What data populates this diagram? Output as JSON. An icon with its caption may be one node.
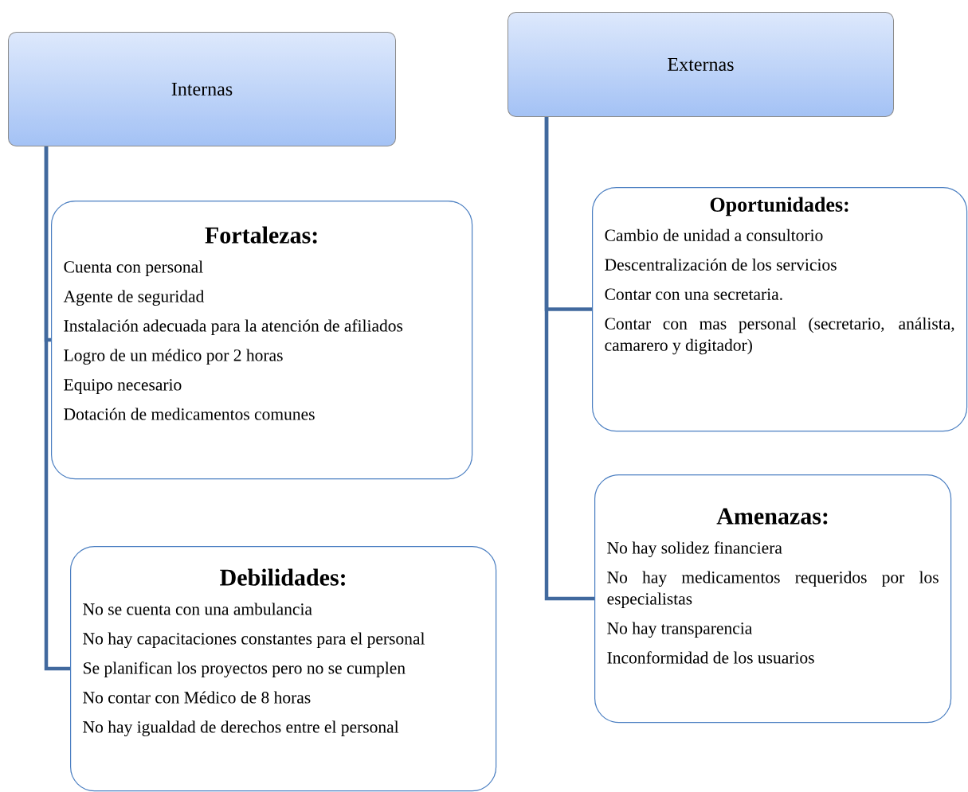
{
  "diagram": {
    "nodes": [
      {
        "text": [
          "Internas"
        ]
      },
      {
        "text": [
          "Fortalezas:",
          "Cuenta con personal",
          "Agente de seguridad",
          "Instalación adecuada para la atención de afiliados",
          "Logro de un médico por 2 horas",
          "Equipo necesario",
          "Dotación de medicamentos comunes"
        ]
      },
      {
        "text": [
          "Debilidades:",
          "No se cuenta con una ambulancia",
          "No hay capacitaciones constantes para el personal",
          "Se planifican los proyectos pero no se cumplen",
          "No contar con Médico de 8 horas",
          "No hay igualdad de derechos entre el personal"
        ]
      },
      {
        "text": [
          "Externas"
        ]
      },
      {
        "text": [
          "Oportunidades:",
          "Cambio de unidad a consultorio",
          "Descentralización de los servicios",
          "Contar con una secretaria.",
          "Contar con mas personal (secretario, análista, camarero y digitador)"
        ]
      },
      {
        "text": [
          "Amenazas:",
          "No hay solidez financiera",
          "No hay medicamentos requeridos por los especialistas",
          "No hay transparencia",
          "Inconformidad de los usuarios"
        ]
      }
    ],
    "edges": [
      {
        "from": 0,
        "to": 1,
        "arrow": "none"
      },
      {
        "from": 0,
        "to": 2,
        "arrow": "none"
      },
      {
        "from": 3,
        "to": 4,
        "arrow": "none"
      },
      {
        "from": 3,
        "to": 5,
        "arrow": "none"
      }
    ]
  }
}
